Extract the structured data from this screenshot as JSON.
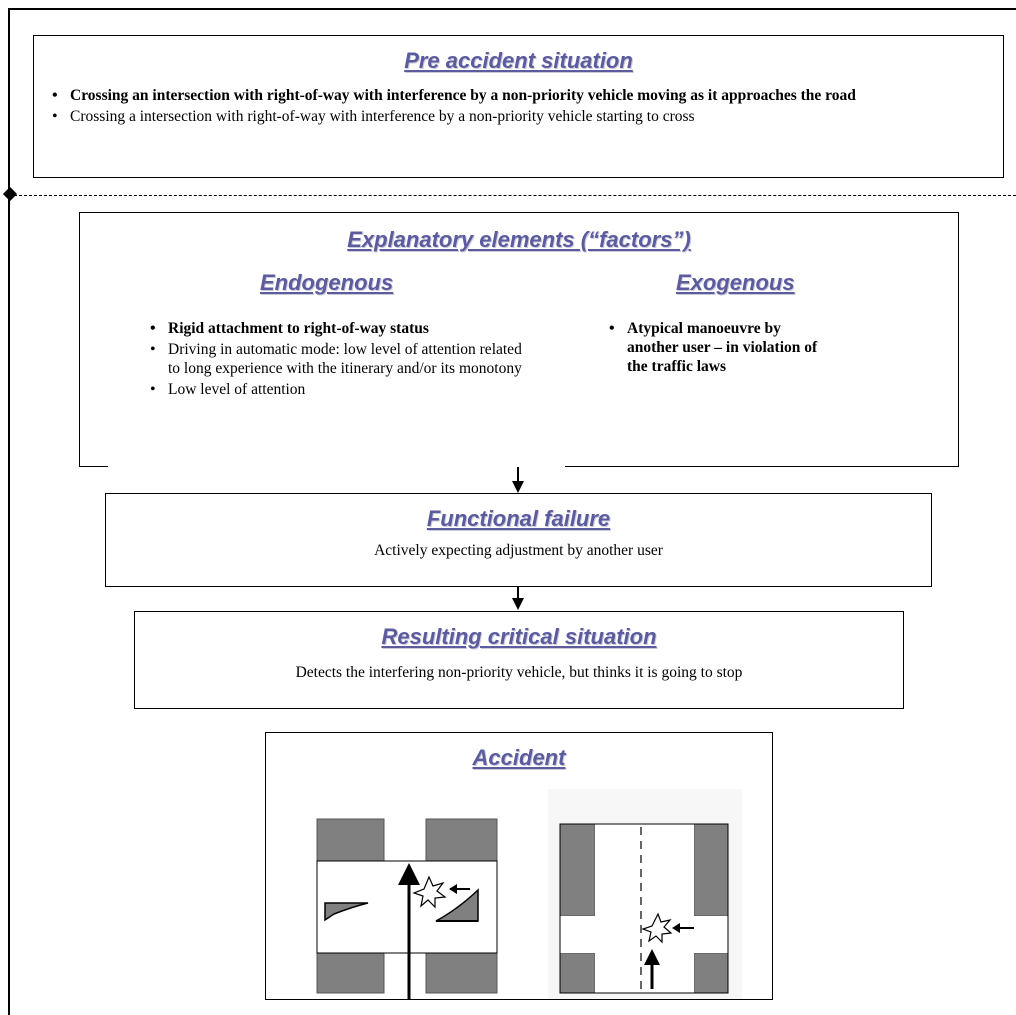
{
  "pre_accident": {
    "title": "Pre accident situation",
    "items": [
      "Crossing an intersection with right-of-way with interference by a non-priority vehicle moving as it approaches the road",
      "Crossing a intersection with right-of-way with interference by a non-priority vehicle starting to cross"
    ]
  },
  "explanatory": {
    "title": "Explanatory elements (“factors”)",
    "endogenous_title": "Endogenous",
    "exogenous_title": "Exogenous",
    "endogenous_items": [
      "Rigid attachment to right-of-way status",
      "Driving in automatic mode: low level of attention related to long experience with the itinerary and/or its monotony",
      "Low level of attention"
    ],
    "exogenous_items": [
      "Atypical manoeuvre by another user – in violation of the traffic laws"
    ]
  },
  "functional_failure": {
    "title": "Functional failure",
    "text": "Actively expecting adjustment by another user"
  },
  "critical_situation": {
    "title": "Resulting critical situation",
    "text": "Detects the interfering non-priority vehicle, but thinks it is going to stop"
  },
  "accident": {
    "title": "Accident"
  }
}
